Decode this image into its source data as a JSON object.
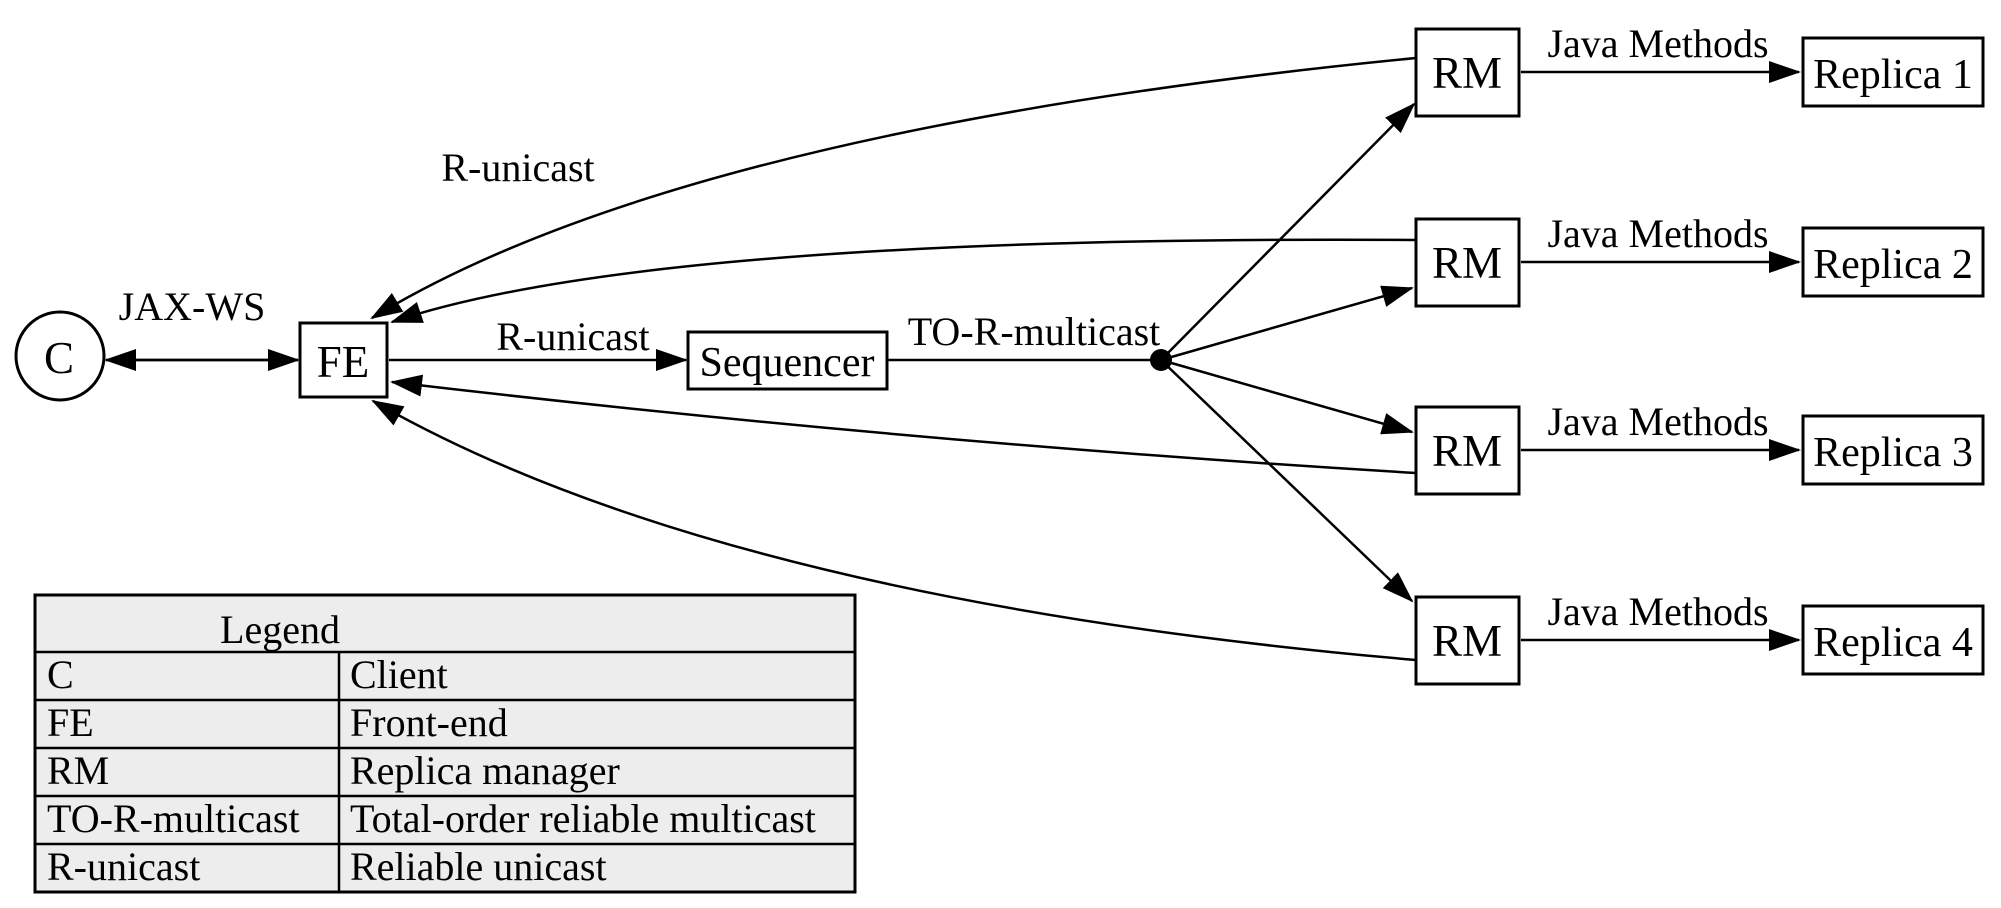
{
  "diagram": {
    "nodes": {
      "client": "C",
      "frontend": "FE",
      "sequencer": "Sequencer",
      "replica_manager": "RM",
      "replicas": [
        "Replica 1",
        "Replica 2",
        "Replica 3",
        "Replica 4"
      ]
    },
    "edge_labels": {
      "client_frontend": "JAX-WS",
      "frontend_sequencer": "R-unicast",
      "rm_return": "R-unicast",
      "multicast": "TO-R-multicast",
      "rm_replica": "Java Methods"
    }
  },
  "legend": {
    "title": "Legend",
    "rows": [
      {
        "term": "C",
        "description": "Client"
      },
      {
        "term": "FE",
        "description": "Front-end"
      },
      {
        "term": "RM",
        "description": "Replica manager"
      },
      {
        "term": "TO-R-multicast",
        "description": "Total-order reliable multicast"
      },
      {
        "term": "R-unicast",
        "description": "Reliable unicast"
      }
    ]
  },
  "colors": {
    "stroke": "#000000",
    "background": "#ffffff",
    "legend_background": "#ededed"
  }
}
